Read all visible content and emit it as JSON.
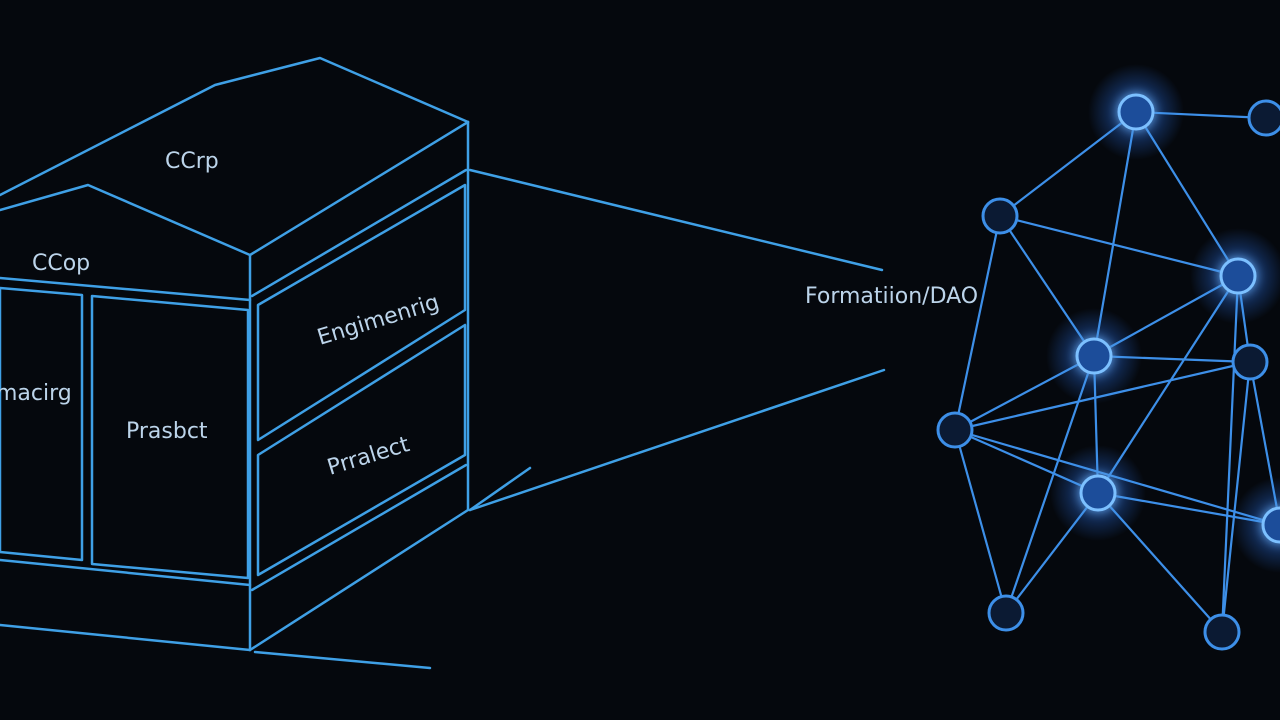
{
  "colors": {
    "background": "#05080d",
    "line": "#3fa0e6",
    "label": "#bcd4ea",
    "node_glow": "#2f7dff",
    "node_fill": "#0b1a33"
  },
  "building": {
    "roof_label_top": "CCrp",
    "roof_label_front": "CCop",
    "panel_left": "macirg",
    "panel_middle": "Prasbct",
    "side_panel_top": "Engimenrig",
    "side_panel_bottom": "Prralect"
  },
  "connector": {
    "label": "Formatiion/DAO"
  },
  "network": {
    "node_count": 11,
    "glowing_nodes": [
      "n1",
      "n4",
      "n6",
      "n8",
      "n9"
    ]
  }
}
